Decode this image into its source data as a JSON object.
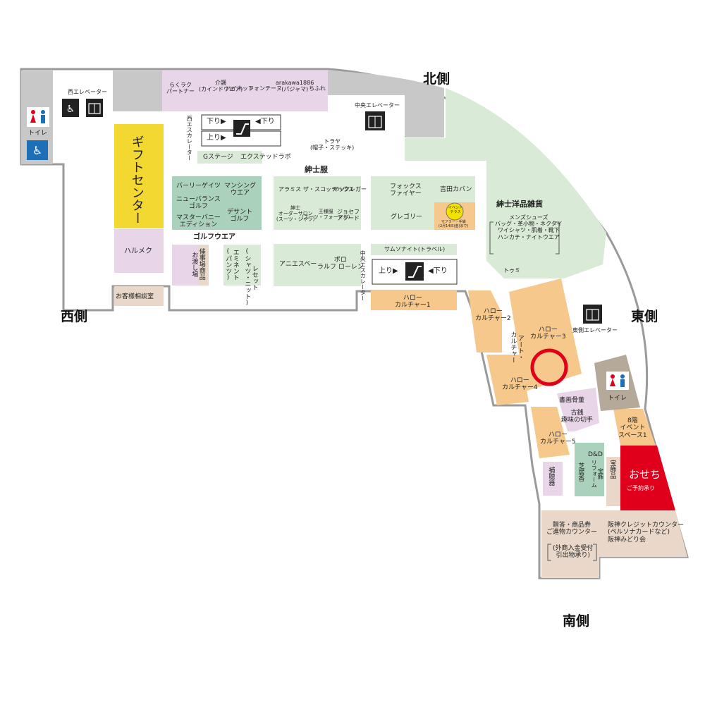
{
  "directions": {
    "north": "北側",
    "east": "東側",
    "west": "西側",
    "south": "南側"
  },
  "elevators": {
    "west": "西エレベーター",
    "center": "中央エレベーター",
    "east": "東側エレベーター"
  },
  "escalators": {
    "west_label": "西エスカレーター",
    "center_label": "中央エスカレーター",
    "down": "下り▶",
    "down2": "◀下り",
    "up": "上り▶"
  },
  "restrooms": {
    "west": "トイレ",
    "east": "トイレ"
  },
  "stores": {
    "rakuraku": "らくラク\nパートナー",
    "kaigo": "介護\n(カインドウエア)",
    "hainetto": "ハイネット",
    "fontenasu": "フォンテーヌ",
    "arakawa": "arakawa1886\n(パジャマ)",
    "chifure": "ちふれ",
    "gift_center": "ギフトセンター",
    "harumeku": "ハルメク",
    "consult": "お客様相談室",
    "gstage": "Gステージ",
    "extended_lab": "エクステッドラボ",
    "toraya": "トラヤ\n(帽子・ステッキ)",
    "mens_clothing": "紳士服",
    "burberry_golf": "バーリーゲイツ",
    "munsingwear": "マンシング\nウエア",
    "newbalance_golf": "ニューバランス\nゴルフ",
    "masterbunny": "マスターバニー\nエディション",
    "descente_golf": "デサント\nゴルフ",
    "golfwear": "ゴルフウエア",
    "saiji": "催事場商品\nお渡し場",
    "emmenet": "エミネント\n(パンツ)",
    "reset": "レセット\n(シャツ・ニット)",
    "aramis": "アラミス",
    "zakonkuvas": "ザ・スコッチハウス",
    "macgregor": "マックレガー",
    "order_salon": "紳士\nオーダーサロン\n(スーツ・シャツ)",
    "formal": "王様服\n(スーツ・フォーマル)",
    "joseph": "ジョセフ\nアブード",
    "anniesbee": "アニエスベー",
    "polo": "ポロ\nラルフ ローレン",
    "fox": "フォックス\nファイヤー",
    "yoshida": "吉田カバン",
    "gregory": "グレゴリー",
    "event_badge": "イベント\nテラス",
    "muffler": "マフラー・手袋\n(2月14日(金)まで)",
    "samsonite": "サムソナイト(トラベル)",
    "mens_goods": "紳士洋品雑貨",
    "mens_goods_detail": "メンズシューズ\nバッグ・革小物・ネクタイ\nワイシャツ・肌着・靴下\nハンカチ・ナイトウエア",
    "tomi": "トゥミ",
    "hello1": "ハロー\nカルチャー1",
    "hello2": "ハロー\nカルチャー2",
    "hello3": "ハロー\nカルチャー3",
    "hello4": "ハロー\nカルチャー4",
    "hello5": "ハロー\nカルチャー5",
    "art_culture": "アート・\nカルチャー",
    "shoga": "書画骨董",
    "kosen": "古銭\n趣味の切手",
    "event_space": "8階\nイベント\nスペース1",
    "dd": "D&D",
    "shibakou": "芝居香",
    "houseki": "宝飾\nリフォーム",
    "housoku": "宝飾品",
    "hochouki": "補聴器",
    "osechi": "おせち",
    "osechi_sub": "ご予約承り",
    "zoutou": "贈答・商品券\nご進物カウンター",
    "gaishou": "(外商入金受付\n引出物承り)",
    "hanshin_credit": "阪神クレジットカウンター\n(ペルソナカードなど)\n阪神みどり会"
  },
  "colors": {
    "pink": "#e8d5e8",
    "green": "#d9ebd6",
    "sage": "#a9d1bb",
    "yellow": "#f3d832",
    "orange": "#f6c88c",
    "grey": "#c8c8c8",
    "taupe": "#b5a99a",
    "beige": "#e9d8c9",
    "red": "#e0001b",
    "border": "#9a9a9a"
  }
}
